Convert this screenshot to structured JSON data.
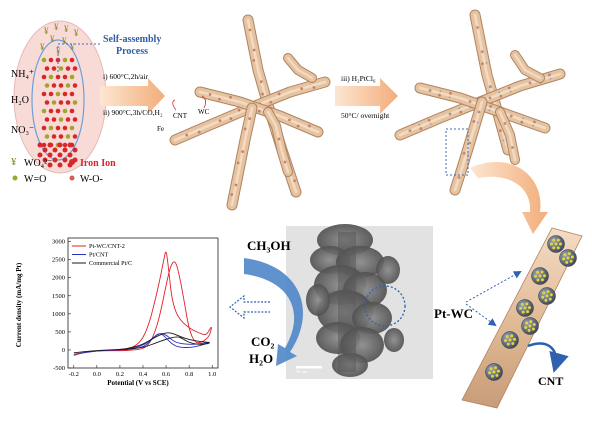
{
  "self_assembly": {
    "title": "Self-assembly\nProcess",
    "nh4": "NH₄⁺",
    "h2o": "H₂O",
    "no3": "NO₃⁻"
  },
  "legend": {
    "wo4": "WO₄²⁻",
    "iron": "Iron Ion",
    "w_double_o": "W=O",
    "w_o": "W-O-"
  },
  "step1": {
    "line_i": "i) 600°C,2h/air",
    "line_ii": "ii) 900°C,3h/CO,H₂"
  },
  "tube_labels": {
    "cnt": "CNT",
    "wc": "WC",
    "fe": "Fe"
  },
  "step2": {
    "line_iii": "iii)  H₂PtCl₆",
    "line_cond": "50°C/ overnight"
  },
  "reaction": {
    "reactant": "CH₃OH",
    "product_co2": "CO₂",
    "product_h2o": "H₂O"
  },
  "labels": {
    "pt_wc": "Pt-WC",
    "cnt_bottom": "CNT",
    "scale_bar": "50 nm"
  },
  "colors": {
    "tube": "#e7c4a2",
    "tube_edge": "#b38966",
    "particle": "#c58a73",
    "arrow_orange": "#f0b07c",
    "dashed_blue": "#3b6fb8",
    "red_ion": "#d8262a",
    "oval": "#f7d4cf"
  },
  "chart_data": {
    "type": "line",
    "xlabel": "Potential (V vs SCE)",
    "ylabel": "Current density (mA/mg Pt)",
    "xlim": [
      -0.25,
      1.05
    ],
    "ylim": [
      -500,
      3100
    ],
    "xticks": [
      "-0.2",
      "0.0",
      "0.2",
      "0.4",
      "0.6",
      "0.8",
      "1.0"
    ],
    "xtick_values": [
      -0.2,
      0.0,
      0.2,
      0.4,
      0.6,
      0.8,
      1.0
    ],
    "yticks": [
      "-500",
      "0",
      "500",
      "1000",
      "1500",
      "2000",
      "2500",
      "3000"
    ],
    "ytick_values": [
      -500,
      0,
      500,
      1000,
      1500,
      2000,
      2500,
      3000
    ],
    "series": [
      {
        "name": "Pt-WC/CNT-2",
        "color": "#e0202a",
        "x": [
          -0.2,
          -0.1,
          0.0,
          0.1,
          0.2,
          0.3,
          0.35,
          0.4,
          0.45,
          0.5,
          0.55,
          0.58,
          0.6,
          0.62,
          0.65,
          0.7,
          0.8,
          0.9,
          0.95,
          1.0,
          0.98,
          0.95,
          0.9,
          0.85,
          0.8,
          0.76,
          0.72,
          0.68,
          0.64,
          0.6,
          0.55,
          0.5,
          0.45,
          0.4,
          0.3,
          0.2,
          0.1,
          0.0,
          -0.1,
          -0.2
        ],
        "y": [
          -150,
          -60,
          -30,
          -10,
          0,
          60,
          150,
          330,
          700,
          1300,
          2000,
          2500,
          2800,
          2300,
          1400,
          900,
          600,
          450,
          400,
          700,
          420,
          300,
          200,
          200,
          550,
          1300,
          2000,
          2500,
          2350,
          1800,
          1000,
          450,
          150,
          30,
          -10,
          -20,
          -20,
          -30,
          -60,
          -150
        ]
      },
      {
        "name": "Pt/CNT",
        "color": "#2a2fbf",
        "x": [
          -0.2,
          0.0,
          0.2,
          0.3,
          0.4,
          0.45,
          0.5,
          0.55,
          0.6,
          0.65,
          0.7,
          0.8,
          0.9,
          1.0,
          0.9,
          0.8,
          0.7,
          0.65,
          0.6,
          0.55,
          0.5,
          0.45,
          0.4,
          0.3,
          0.2,
          0.0,
          -0.2
        ],
        "y": [
          -120,
          -20,
          0,
          40,
          130,
          240,
          370,
          470,
          420,
          280,
          190,
          150,
          170,
          230,
          120,
          60,
          80,
          170,
          330,
          480,
          380,
          200,
          80,
          20,
          0,
          -20,
          -120
        ]
      },
      {
        "name": "Commercial Pt/C",
        "color": "#1a1a1a",
        "x": [
          -0.2,
          0.0,
          0.2,
          0.3,
          0.4,
          0.45,
          0.5,
          0.55,
          0.6,
          0.65,
          0.7,
          0.8,
          0.9,
          1.0,
          0.9,
          0.8,
          0.75,
          0.7,
          0.6,
          0.5,
          0.45,
          0.4,
          0.3,
          0.2,
          0.0,
          -0.2
        ],
        "y": [
          -80,
          -10,
          10,
          60,
          160,
          250,
          340,
          420,
          480,
          470,
          400,
          280,
          230,
          200,
          140,
          200,
          300,
          380,
          300,
          180,
          120,
          70,
          30,
          10,
          -10,
          -80
        ]
      }
    ]
  }
}
